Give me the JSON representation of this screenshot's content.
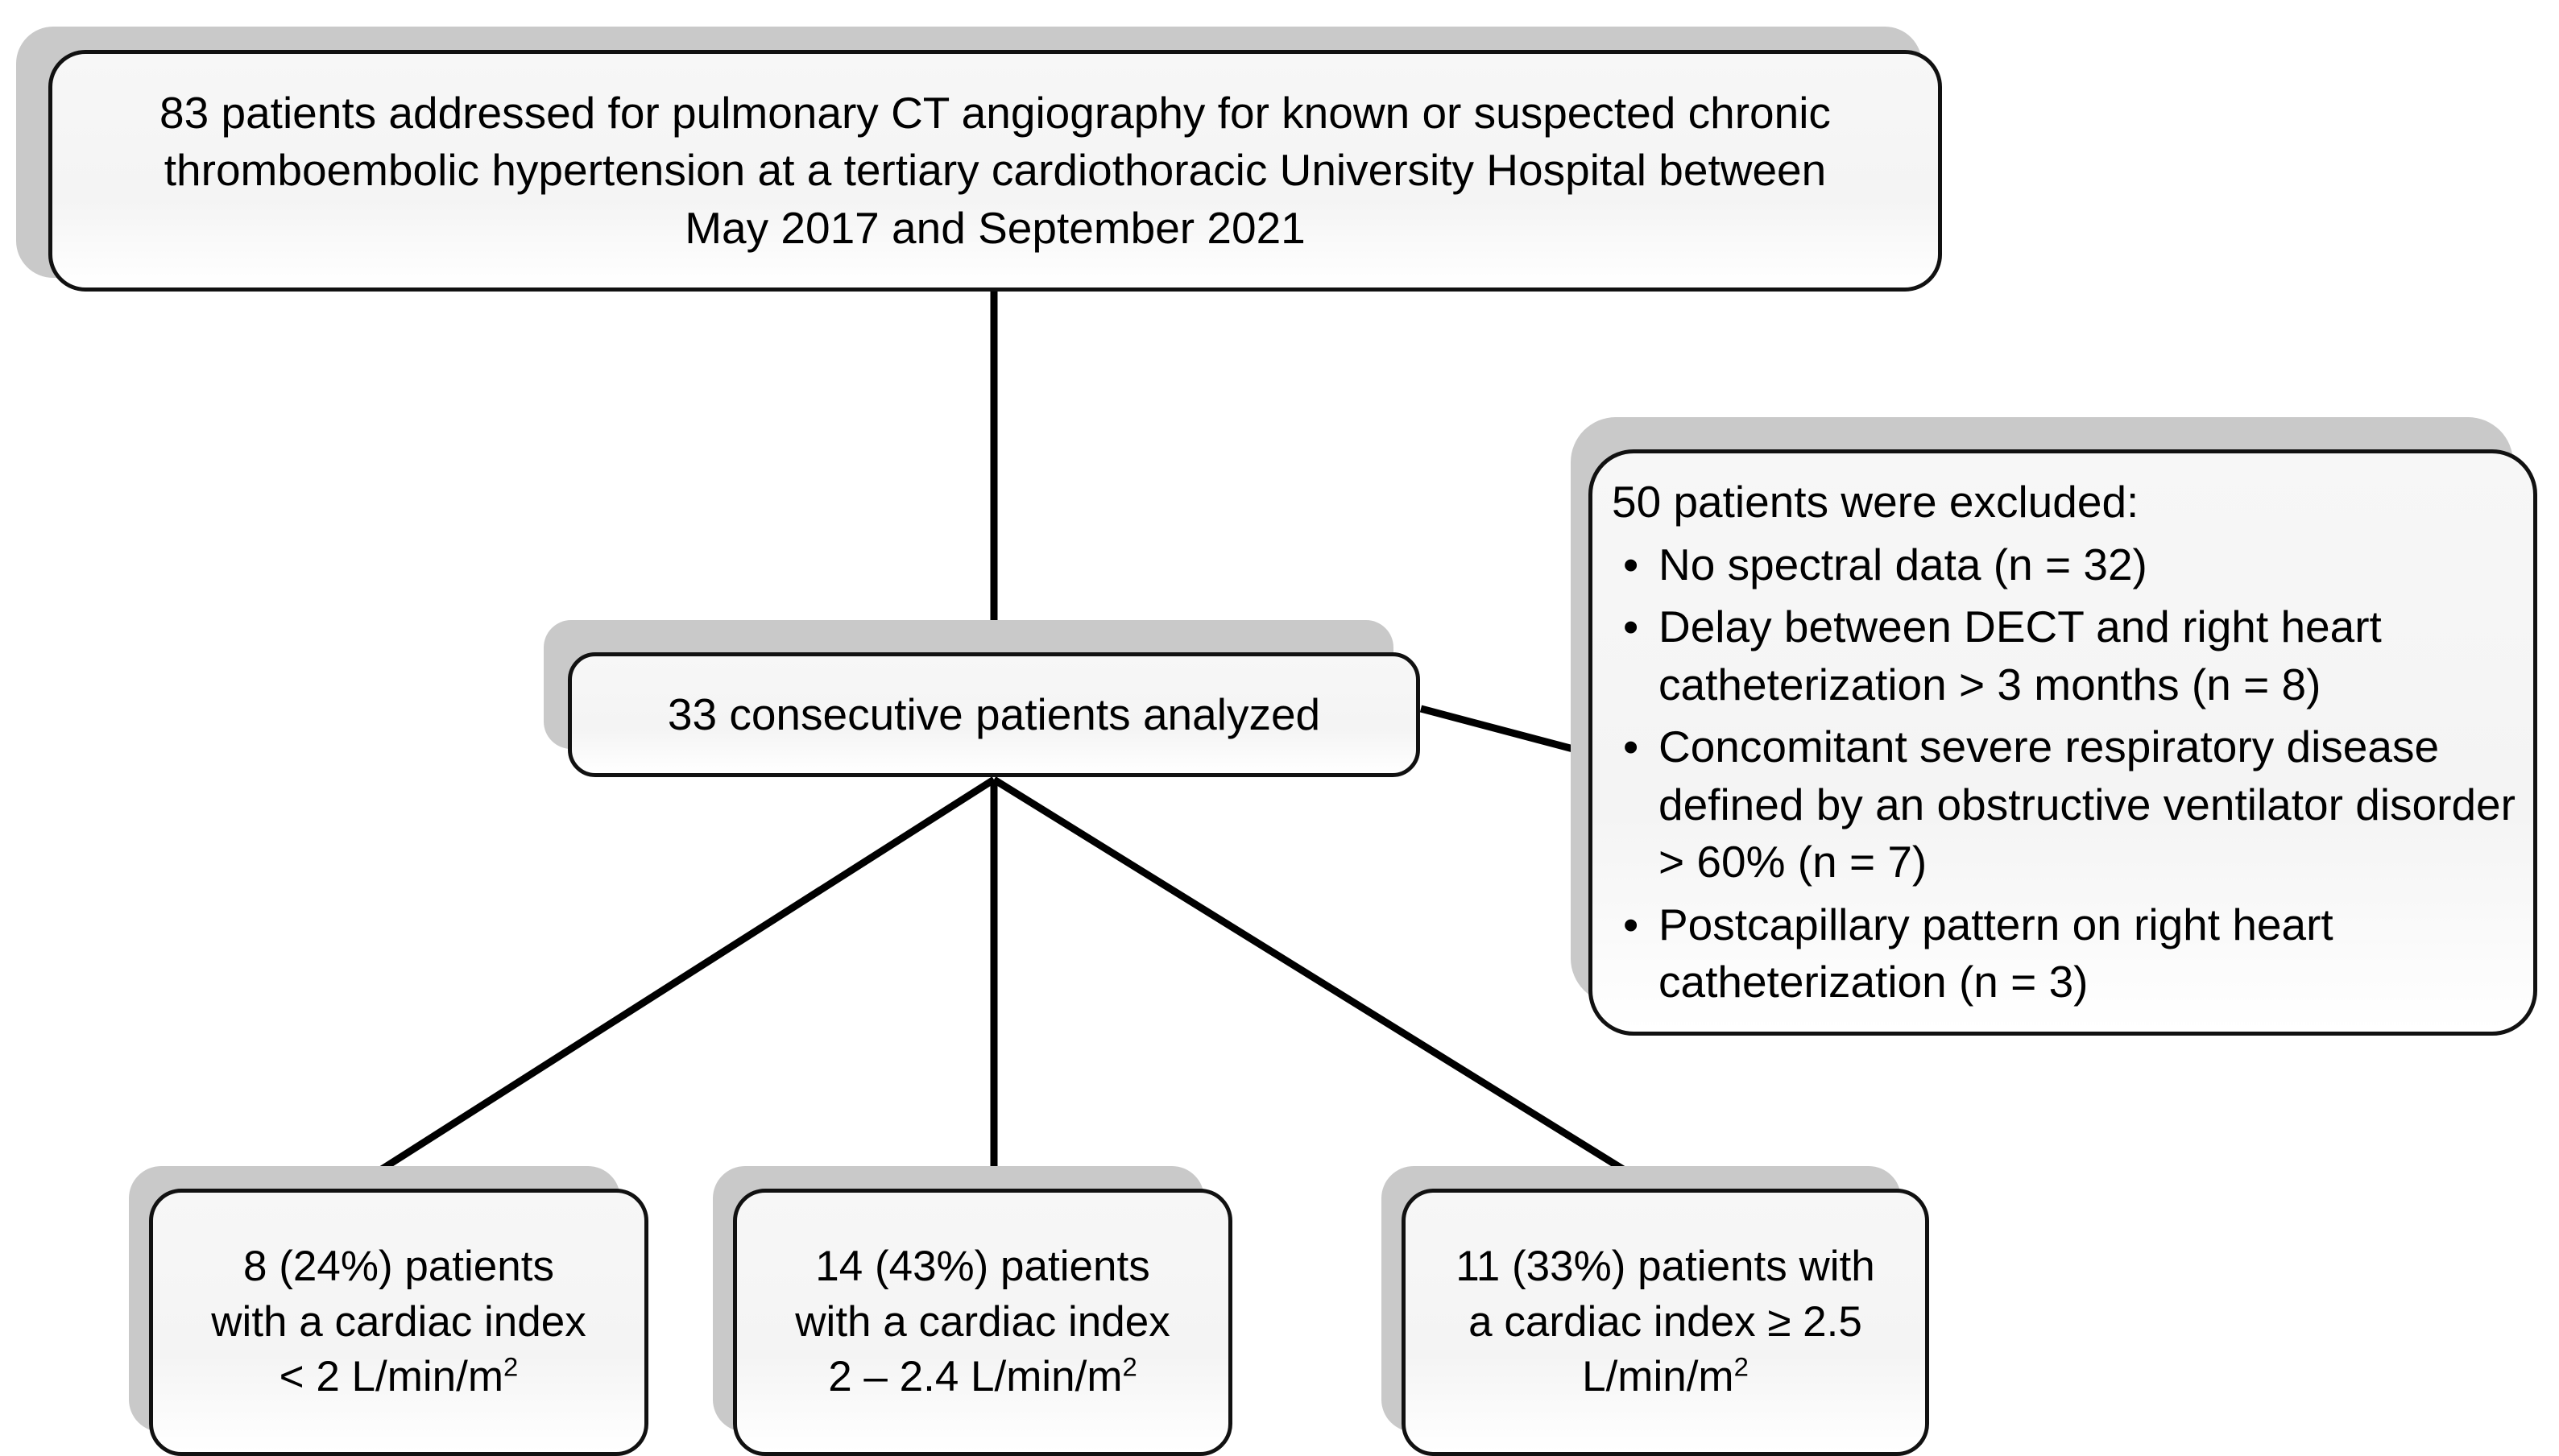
{
  "figure": {
    "type": "flowchart",
    "orientation": "top-down",
    "nodes": {
      "enrollment": {
        "id": "enrollment-box",
        "lines": [
          "83 patients addressed for pulmonary CT angiography for known or suspected chronic",
          "thromboembolic hypertension at a tertiary cardiothoracic University Hospital between",
          "May 2017 and September 2021"
        ],
        "count": 83
      },
      "analyzed": {
        "id": "analyzed-box",
        "text": "33 consecutive patients analyzed",
        "count": 33
      },
      "excluded": {
        "id": "excluded-box",
        "heading": "50 patients were excluded:",
        "count": 50,
        "reasons": [
          {
            "bullet": "•",
            "text": "No spectral data (n = 32)",
            "n": 32
          },
          {
            "bullet": "•",
            "text": "Delay between DECT and right heart catheterization > 3 months (n = 8)",
            "n": 8
          },
          {
            "bullet": "•",
            "text": "Concomitant severe respiratory disease defined by an obstructive ventilator disorder > 60% (n = 7)",
            "n": 7
          },
          {
            "bullet": "•",
            "text": "Postcapillary pattern on right heart catheterization (n = 3)",
            "n": 3
          }
        ]
      },
      "outcome_low": {
        "id": "outcome-low-box",
        "line1": "8 (24%) patients",
        "line2": "with a cardiac index",
        "line3_prefix": "< 2 L/min/m",
        "line3_sup": "2",
        "count": 8,
        "percent": "24%"
      },
      "outcome_mid": {
        "id": "outcome-mid-box",
        "line1": "14 (43%) patients",
        "line2": "with a cardiac index",
        "line3_prefix": "2 – 2.4 L/min/m",
        "line3_sup": "2",
        "count": 14,
        "percent": "43%"
      },
      "outcome_high": {
        "id": "outcome-high-box",
        "line1": "11 (33%) patients with",
        "line2": "a cardiac index ≥ 2.5",
        "line3_prefix": "L/min/m",
        "line3_sup": "2",
        "count": 11,
        "percent": "33%"
      }
    },
    "colors": {
      "box_border": "#111111",
      "box_fill": "#f7f7f7",
      "box_shadow": "#c9c9c9",
      "connector": "#000000",
      "text": "#000000",
      "background": "#ffffff"
    }
  }
}
